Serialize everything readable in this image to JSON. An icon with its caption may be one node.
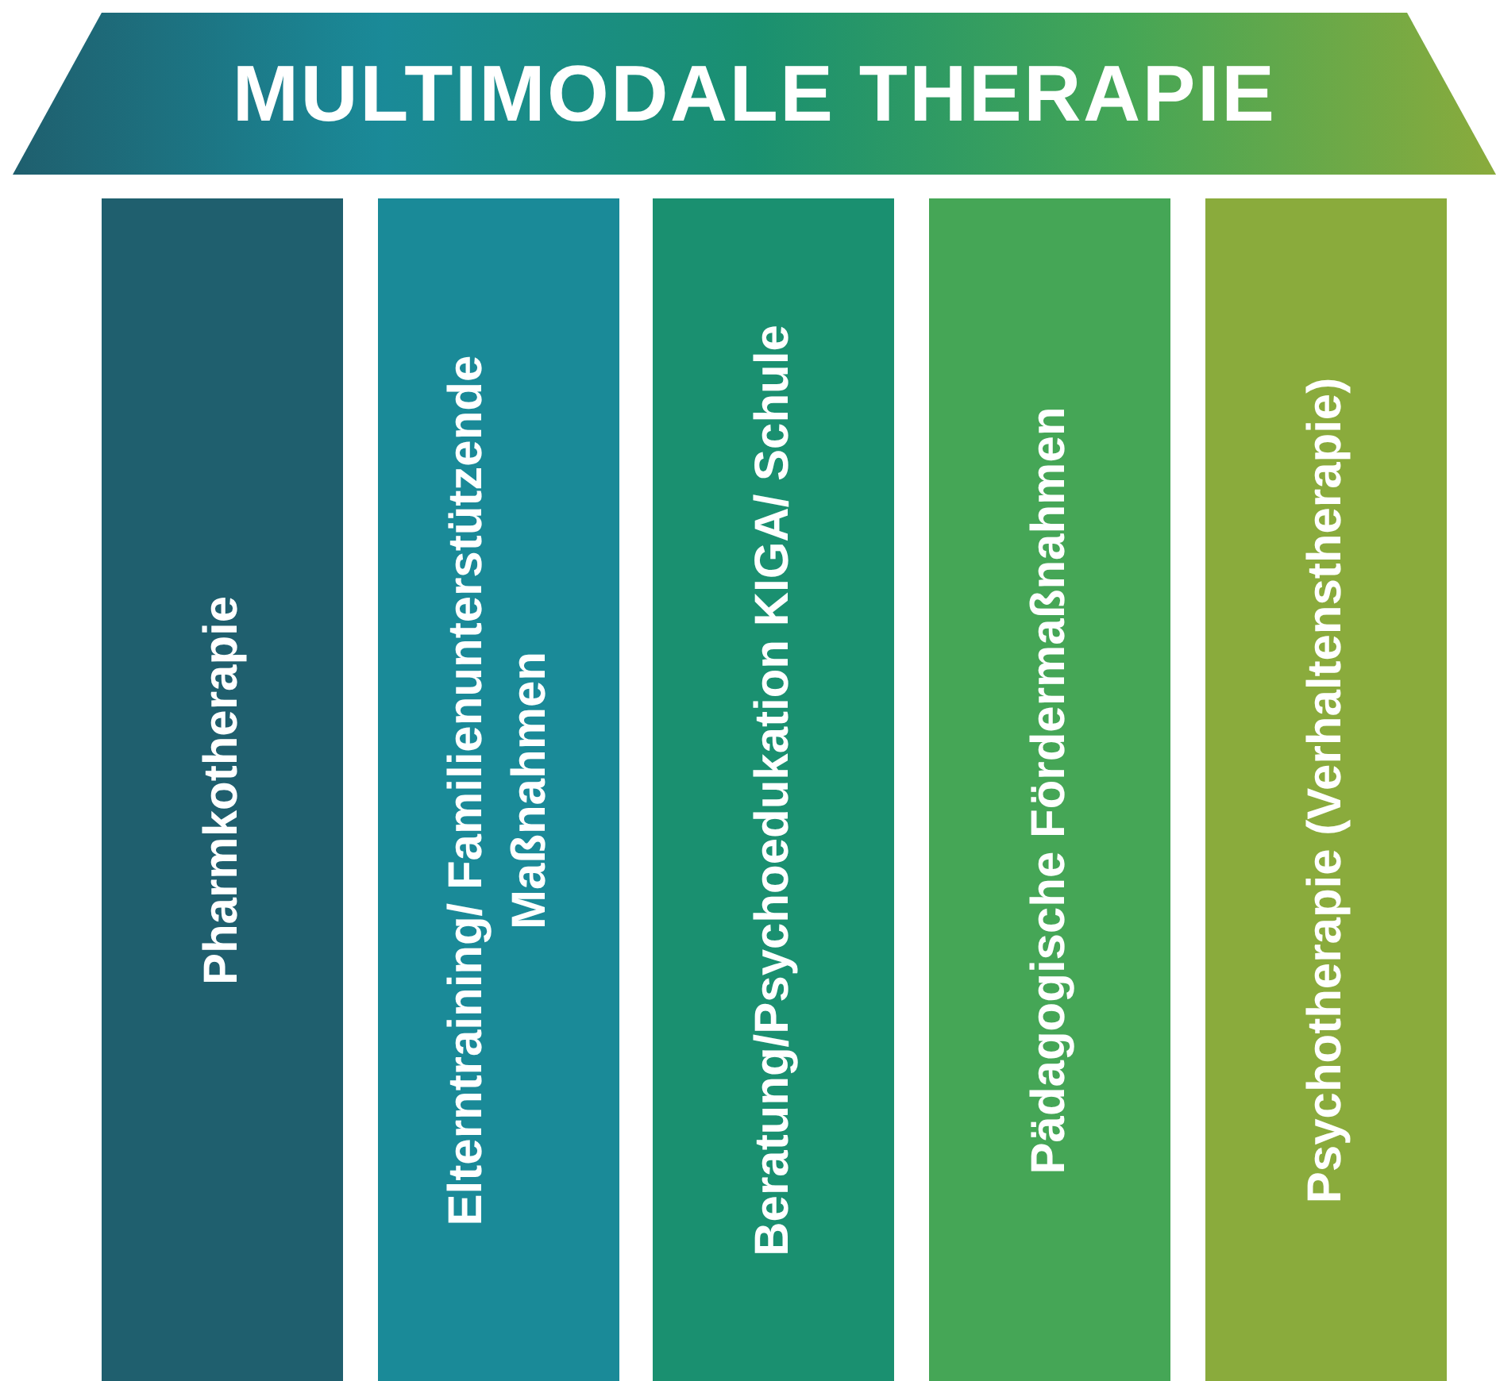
{
  "diagram": {
    "nodes": [
      {
        "text": [
          "MULTIMODALE THERAPIE"
        ]
      },
      {
        "text": [
          "Pharmkotherapie"
        ]
      },
      {
        "text": [
          "Elterntraining/ Familienunterstützende Maßnahmen"
        ]
      },
      {
        "text": [
          "Beratung/Psychoedukation KIGA/ Schule"
        ]
      },
      {
        "text": [
          "Pädagogische Fördermaßnahmen"
        ]
      },
      {
        "text": [
          "Psychotherapie (Verhaltenstherapie)"
        ]
      }
    ]
  }
}
